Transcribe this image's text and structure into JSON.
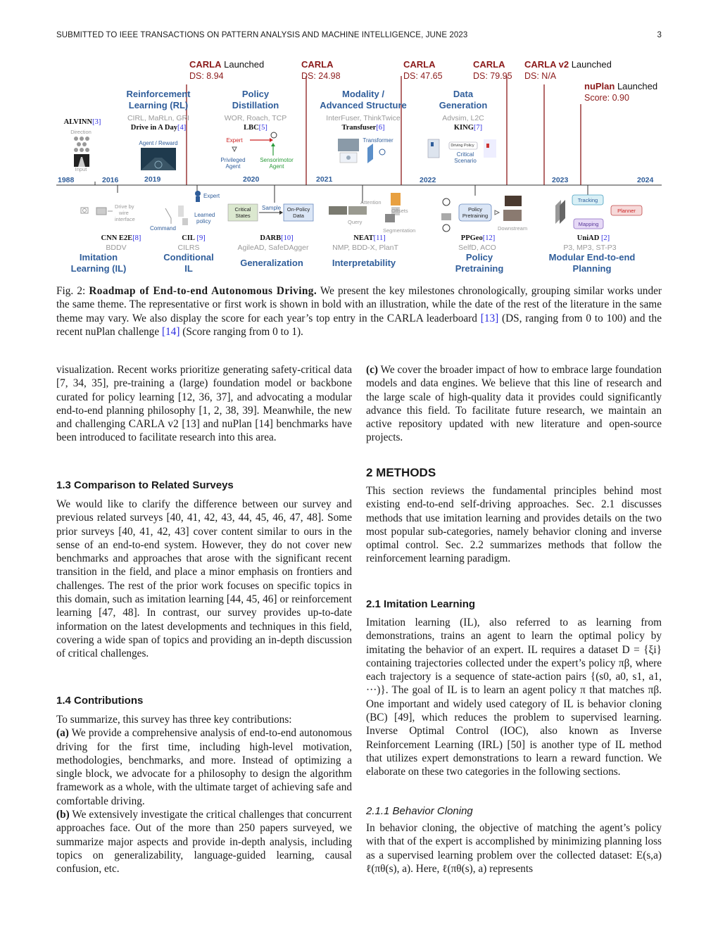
{
  "header": {
    "journal": "SUBMITTED TO IEEE TRANSACTIONS ON PATTERN ANALYSIS AND MACHINE INTELLIGENCE, JUNE 2023",
    "page_number": "3"
  },
  "figure": {
    "carla_markers": [
      {
        "name": "CARLA",
        "suffix": " Launched",
        "score": "DS: 8.94"
      },
      {
        "name": "CARLA",
        "suffix": "",
        "score": "DS: 24.98"
      },
      {
        "name": "CARLA",
        "suffix": "",
        "score": "DS: 47.65"
      },
      {
        "name": "CARLA",
        "suffix": "",
        "score": "DS: 79.95"
      },
      {
        "name": "CARLA v2",
        "suffix": " Launched",
        "score": "DS: N/A"
      },
      {
        "name": "nuPlan",
        "suffix": " Launched",
        "score": "Score: 0.90"
      }
    ],
    "years": [
      "1988",
      "2016",
      "2019",
      "2020",
      "2021",
      "2022",
      "2023",
      "2024"
    ],
    "top_themes": [
      {
        "title": [
          "Reinforcement",
          "Learning (RL)"
        ],
        "others": "CIRL, MaRLn, GRI",
        "rep": "Drive in A Day",
        "ref": "[4]"
      },
      {
        "title": [
          "Policy",
          "Distillation"
        ],
        "others": "WOR, Roach, TCP",
        "rep": "LBC",
        "ref": "[5]"
      },
      {
        "title": [
          "Modality /",
          "Advanced Structure"
        ],
        "others": "InterFuser, ThinkTwice",
        "rep": "Transfuser",
        "ref": "[6]"
      },
      {
        "title": [
          "Data",
          "Generation"
        ],
        "others": "Advsim, L2C",
        "rep": "KING",
        "ref": "[7]"
      }
    ],
    "alvinn": {
      "rep": "ALVINN",
      "ref": "[3]",
      "direction": "Direction",
      "input": "Input"
    },
    "bottom_themes": [
      {
        "title": [
          "Imitation",
          "Learning (IL)"
        ],
        "rep": "CNN E2E",
        "ref": "[8]",
        "others": "BDDV"
      },
      {
        "title": [
          "Conditional",
          "IL"
        ],
        "rep": "CIL",
        "ref": " [9]",
        "others": "CILRS"
      },
      {
        "title": [
          "Generalization"
        ],
        "rep": "DARB",
        "ref": "[10]",
        "others": "AgileAD, SafeDAgger"
      },
      {
        "title": [
          "Interpretability"
        ],
        "rep": "NEAT",
        "ref": "[11]",
        "others": "NMP, BDD-X, PlanT"
      },
      {
        "title": [
          "Policy",
          "Pretraining"
        ],
        "rep": "PPGeo",
        "ref": "[12]",
        "others": "SelfD, ACO"
      },
      {
        "title": [
          "Modular End-to-end",
          "Planning"
        ],
        "rep": "UniAD",
        "ref": " [2]",
        "others": "P3, MP3, ST-P3"
      }
    ],
    "small_labels": {
      "agent_reward": "Agent / Reward",
      "expert": "Expert",
      "privileged_agent": [
        "Privileged",
        "Agent"
      ],
      "sensorimotor_agent": [
        "Sensorimotor",
        "Agent"
      ],
      "transformer": "Transformer",
      "driving_policy": "Driving Policy",
      "critical_scenario": [
        "Critical",
        "Scenario"
      ],
      "drive_by_wire": [
        "Drive by",
        "wire",
        "interface"
      ],
      "expert2": "Expert",
      "learned_policy": [
        "Learned",
        "policy"
      ],
      "command": "Command",
      "critical_states": [
        "Critical",
        "States"
      ],
      "sample": "Sample",
      "on_policy_data": [
        "On-Policy",
        "Data"
      ],
      "attention": "Attention",
      "offsets": "Offsets",
      "query": "Query",
      "segmentation": "Segmentation",
      "policy_pretraining": [
        "Policy",
        "Pretraining"
      ],
      "downstream": "Downstream",
      "tracking": "Tracking",
      "mapping": "Mapping",
      "planner": "Planner"
    }
  },
  "caption": {
    "label": "Fig. 2: ",
    "title": "Roadmap of End-to-end Autonomous Driving.",
    "body_1": " We present the key milestones chronologically, grouping similar works under the same theme. The representative or first work is shown in bold with an illustration, while the date of the rest of the literature in the same theme may vary. We also display the score for each year’s top entry in the CARLA leaderboard ",
    "ref_1": "[13]",
    "body_2": " (DS, ranging from 0 to 100) and the recent nuPlan challenge ",
    "ref_2": "[14]",
    "body_3": " (Score ranging from 0 to 1)."
  },
  "left": {
    "p1": "visualization. Recent works prioritize generating safety-critical data [7, 34, 35], pre-training a (large) foundation model or backbone curated for policy learning [12, 36, 37], and advocating a modular end-to-end planning philosophy [1, 2, 38, 39]. Meanwhile, the new and challenging CARLA v2 [13] and nuPlan [14] benchmarks have been introduced to facilitate research into this area.",
    "h13": "1.3   Comparison to Related Surveys",
    "p2": "We would like to clarify the difference between our survey and previous related surveys [40, 41, 42, 43, 44, 45, 46, 47, 48]. Some prior surveys [40, 41, 42, 43] cover content similar to ours in the sense of an end-to-end system. However, they do not cover new benchmarks and approaches that arose with the significant recent transition in the field, and place a minor emphasis on frontiers and challenges. The rest of the prior work focuses on specific topics in this domain, such as imitation learning [44, 45, 46] or reinforcement learning [47, 48]. In contrast, our survey provides up-to-date information on the latest developments and techniques in this field, covering a wide span of topics and providing an in-depth discussion of critical challenges.",
    "h14": "1.4   Contributions",
    "p3": "To summarize, this survey has three key contributions:",
    "a_label": "(a)",
    "a_text": " We provide a comprehensive analysis of end-to-end autonomous driving for the first time, including high-level motivation, methodologies, benchmarks, and more. Instead of optimizing a single block, we advocate for a philosophy to design the algorithm framework as a whole, with the ultimate target of achieving safe and comfortable driving.",
    "b_label": "(b)",
    "b_text": " We extensively investigate the critical challenges that concurrent approaches face. Out of the more than 250 papers surveyed, we summarize major aspects and provide in-depth analysis, including topics on generalizability, language-guided learning, causal confusion, etc."
  },
  "right": {
    "c_label": "(c)",
    "c_text": " We cover the broader impact of how to embrace large foundation models and data engines. We believe that this line of research and the large scale of high-quality data it provides could significantly advance this field. To facilitate future research, we maintain an active repository updated with new literature and open-source projects.",
    "h2": "2   METHODS",
    "p1": "This section reviews the fundamental principles behind most existing end-to-end self-driving approaches. Sec. 2.1 discusses methods that use imitation learning and provides details on the two most popular sub-categories, namely behavior cloning and inverse optimal control. Sec. 2.2 summarizes methods that follow the reinforcement learning paradigm.",
    "h21": "2.1   Imitation Learning",
    "p2": "Imitation learning (IL), also referred to as learning from demonstrations, trains an agent to learn the optimal policy by imitating the behavior of an expert. IL requires a dataset D = {ξi} containing trajectories collected under the expert’s policy πβ, where each trajectory is a sequence of state-action pairs {(s0, a0, s1, a1, ···)}. The goal of IL is to learn an agent policy π that matches πβ. One important and widely used category of IL is behavior cloning (BC) [49], which reduces the problem to supervised learning. Inverse Optimal Control (IOC), also known as Inverse Reinforcement Learning (IRL) [50] is another type of IL method that utilizes expert demonstrations to learn a reward function. We elaborate on these two categories in the following sections.",
    "h211": "2.1.1   Behavior Cloning",
    "p3": "In behavior cloning, the objective of matching the agent’s policy with that of the expert is accomplished by minimizing planning loss as a supervised learning problem over the collected dataset: E(s,a) ℓ(πθ(s), a). Here, ℓ(πθ(s), a) represents"
  }
}
